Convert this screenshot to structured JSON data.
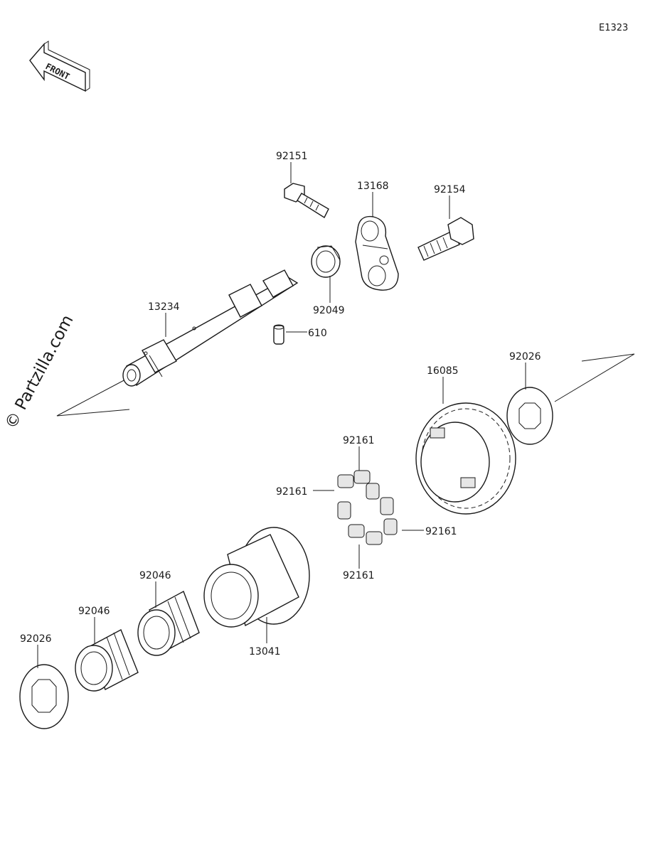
{
  "diagram_ref": "E1323",
  "front_label": "FRONT",
  "watermark": "© Partzilla.com",
  "parts": {
    "p92151": "92151",
    "p13168": "13168",
    "p92154": "92154",
    "p92049": "92049",
    "p13234": "13234",
    "p610": "610",
    "p16085": "16085",
    "p92026_top": "92026",
    "p92161_top": "92161",
    "p92161_left": "92161",
    "p92161_right": "92161",
    "p92161_bottom": "92161",
    "p92046_upper": "92046",
    "p92046_lower": "92046",
    "p13041": "13041",
    "p92026_bottom": "92026"
  }
}
